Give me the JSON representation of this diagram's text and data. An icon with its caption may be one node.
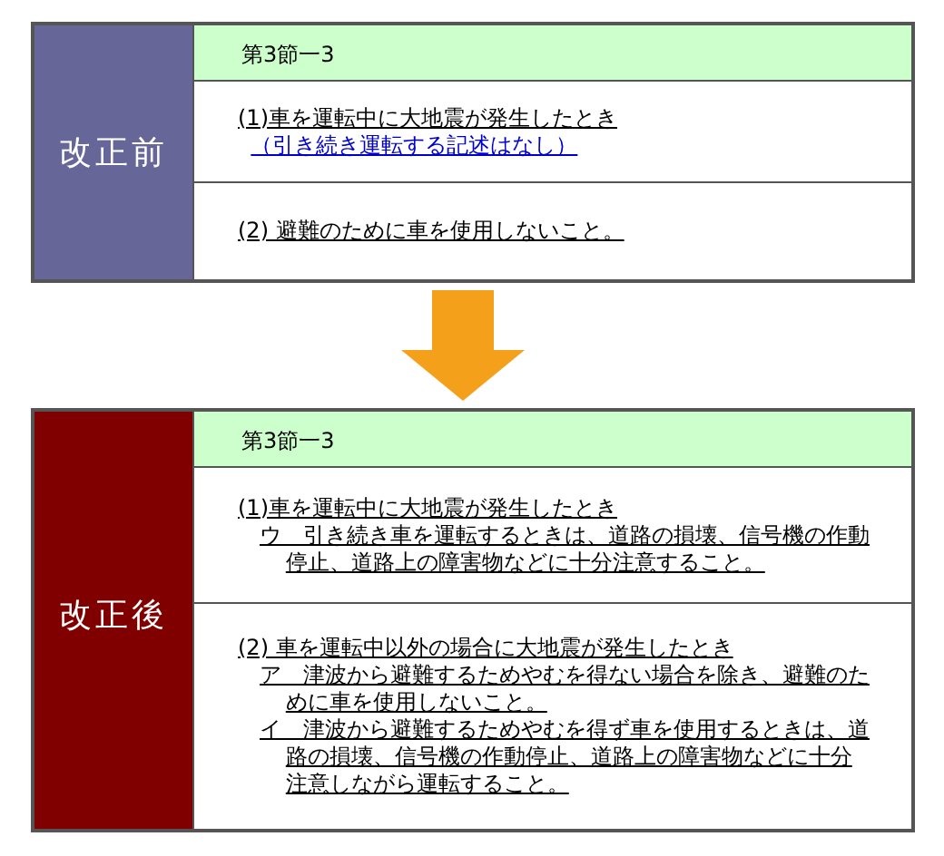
{
  "diagram": {
    "nodes": [
      {
        "text": [],
        "shape": "box"
      },
      {
        "text": [
          "改正前"
        ],
        "in": 0
      },
      {
        "text": [
          "第3節一3"
        ],
        "in": 0
      },
      {
        "text": [
          "(1)車を運転中に大地震が発生したとき",
          "（引き続き運転する記述はなし）"
        ],
        "in": 0
      },
      {
        "text": [
          "(2) 避難のために車を使用しないこと。"
        ],
        "in": 0
      },
      {
        "text": [],
        "shape": "box"
      },
      {
        "text": [
          "改正後"
        ],
        "in": 5
      },
      {
        "text": [
          "第3節一3"
        ],
        "in": 5
      },
      {
        "text": [
          "(1)車を運転中に大地震が発生したとき",
          "ウ　引き続き車を運転するときは、道路の損壊、信号機の作動停止、道路上の障害物などに十分注意すること。"
        ],
        "in": 5
      },
      {
        "text": [
          "(2) 車を運転中以外の場合に大地震が発生したとき",
          "ア　津波から避難するためやむを得ない場合を除き、避難のために車を使用しないこと。",
          "イ　津波から避難するためやむを得ず車を使用するときは、道路の損壊、信号機の作動停止、道路上の障害物などに十分注意しながら運転すること。"
        ],
        "in": 5
      }
    ],
    "edges": [
      {
        "from": 0,
        "to": 5,
        "arrow": "to",
        "color": "#f5a01a"
      }
    ]
  }
}
